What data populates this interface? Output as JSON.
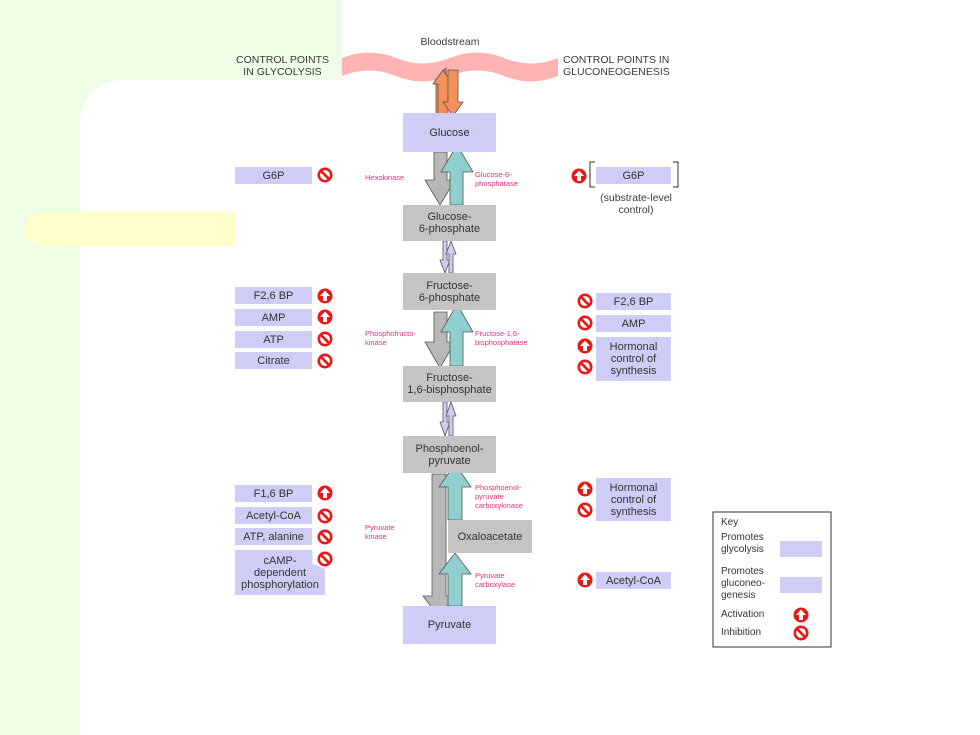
{
  "header": {
    "bloodstream": "Bloodstream",
    "control_left_line1": "CONTROL POINTS",
    "control_left_line2": "IN GLYCOLYSIS",
    "control_right_line1": "CONTROL POINTS IN",
    "control_right_line2": "GLUCONEOGENESIS"
  },
  "metabolites": {
    "glucose": "Glucose",
    "g6p_line1": "Glucose-",
    "g6p_line2": "6-phosphate",
    "f6p_line1": "Fructose-",
    "f6p_line2": "6-phosphate",
    "f16bp_line1": "Fructose-",
    "f16bp_line2": "1,6-bisphosphate",
    "pep_line1": "Phosphoenol-",
    "pep_line2": "pyruvate",
    "oxaloacetate": "Oxaloacetate",
    "pyruvate": "Pyruvate"
  },
  "enzymes": {
    "hexokinase": "Hexokinase",
    "g6pase_line1": "Glucose-6-",
    "g6pase_line2": "phosphatase",
    "pfk_line1": "Phosphofructo-",
    "pfk_line2": "kinase",
    "fbpase_line1": "Fructose-1,6-",
    "fbpase_line2": "bisphosphatase",
    "pepck_line1": "Phosphoenol-",
    "pepck_line2": "pyruvate",
    "pepck_line3": "carboxykinase",
    "pk_line1": "Pyruvate",
    "pk_line2": "kinase",
    "pc_line1": "Pyruvate",
    "pc_line2": "carboxylase"
  },
  "glycolysis_controls": {
    "hexokinase": [
      "G6P"
    ],
    "pfk": [
      "F2,6 BP",
      "AMP",
      "ATP",
      "Citrate"
    ],
    "pk": [
      "F1,6 BP",
      "Acetyl-CoA",
      "ATP, alanine"
    ],
    "pk_camp_line1": "cAMP-",
    "pk_camp_line2": "dependent",
    "pk_camp_line3": "phosphorylation"
  },
  "gluconeogenesis_controls": {
    "g6pase": "G6P",
    "substrate_line1": "(substrate-level",
    "substrate_line2": "control)",
    "fbpase": [
      "F2,6 BP",
      "AMP"
    ],
    "hormonal_line1": "Hormonal",
    "hormonal_line2": "control of",
    "hormonal_line3": "synthesis",
    "pc": "Acetyl-CoA"
  },
  "key": {
    "title": "Key",
    "promotes_glycolysis_line1": "Promotes",
    "promotes_glycolysis_line2": "glycolysis",
    "promotes_gluco_line1": "Promotes",
    "promotes_gluco_line2": "gluconeo-",
    "promotes_gluco_line3": "genesis",
    "activation": "Activation",
    "inhibition": "Inhibition"
  },
  "colors": {
    "slide_green": "#eefde6",
    "yellow_bar": "#ffffcc",
    "control_box": "#cdcdf5",
    "metabolite_box": "#c4c4c4",
    "glycolysis_arrow": "#b8b8b8",
    "gluco_arrow": "#8fcfcf",
    "bloodstream": "#ffb3b3",
    "transport_arrow": "#f5905a",
    "enzyme_text": "#e0337a",
    "symbol_red": "#e81818"
  }
}
